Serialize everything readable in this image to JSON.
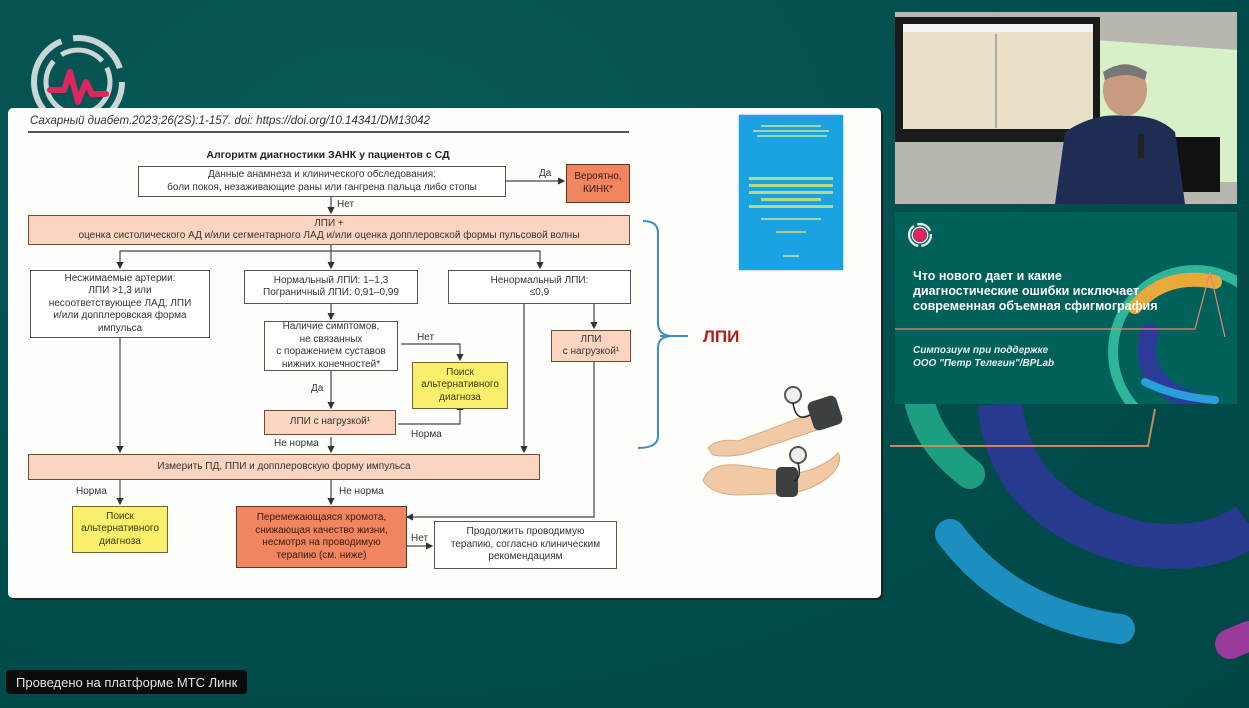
{
  "platform_badge": "Проведено на платформе МТС Линк",
  "slide": {
    "citation": "Сахарный диабет.2023;26(2S):1-157. doi: https://doi.org/10.14341/DM13042",
    "flowchart_title": "Алгоритм диагностики ЗАНК у пациентов с СД",
    "boxes": {
      "history": [
        "Данные анамнеза и клинического обследования:",
        "боли покоя, незаживающие раны или гангрена пальца либо стопы"
      ],
      "probable_cli": [
        "Вероятно,",
        "КИНК*"
      ],
      "abi_plus": [
        "ЛПИ +",
        "оценка систолического АД и/или сегментарного ЛАД и/или оценка допплеровской формы пульсовой волны"
      ],
      "noncompressible": [
        "Несжимаемые артерии:",
        "ЛПИ >1,3 или",
        "несоответствующее ЛАД, ЛПИ",
        "и/или допплеровская форма",
        "импульса"
      ],
      "normal_abi": [
        "Нормальный ЛПИ: 1–1,3",
        "Пограничный ЛПИ: 0,91–0,99"
      ],
      "abnormal_abi": [
        "Ненормальный ЛПИ:",
        "≤0,9"
      ],
      "symptoms": [
        "Наличие симптомов,",
        "не связанных",
        "с поражением суставов",
        "нижних конечностей*"
      ],
      "alt_dx_top": [
        "Поиск",
        "альтернативного",
        "диагноза"
      ],
      "stress_abi_mid": [
        "ЛПИ с нагрузкой¹"
      ],
      "stress_abi_right": [
        "ЛПИ",
        "с нагрузкой¹"
      ],
      "measure": [
        "Измерить ПД, ППИ и допплеровскую форму импульса"
      ],
      "alt_dx_bottom": [
        "Поиск",
        "альтернативного",
        "диагноза"
      ],
      "claudication": [
        "Перемежающаяся хромота,",
        "снижающая качество жизни,",
        "несмотря на проводимую",
        "терапию (см. ниже)"
      ],
      "continue": [
        "Продолжить проводимую",
        "терапию, согласно клиническим",
        "рекомендациям"
      ]
    },
    "edge_labels": {
      "yes_top": "Да",
      "no_top": "Нет",
      "no_symptoms": "Нет",
      "yes_symptoms": "Да",
      "norm_mid": "Норма",
      "not_norm_mid": "Не норма",
      "norm_bottom": "Норма",
      "not_norm_bottom": "Не норма",
      "no_bottom": "Нет"
    },
    "side_label": "ЛПИ"
  },
  "title_card": {
    "title_lines": [
      "Что нового дает и какие",
      "диагностические ошибки исключает",
      "современная объемная сфигмография"
    ],
    "subtitle_lines": [
      "Симпозиум при поддержке",
      "ООО \"Петр Телегин\"/BPLab"
    ]
  },
  "colors": {
    "background": "#005050",
    "peach_box": "#fbd5c0",
    "orange_box": "#f08560",
    "yellow_box": "#f9ef6a",
    "accent_red": "#b81c1c",
    "logo_pulse": "#e0245e"
  }
}
